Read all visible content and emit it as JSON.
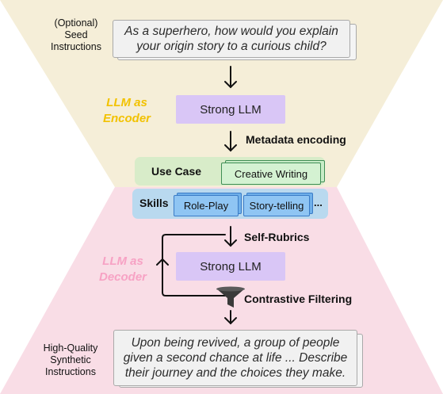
{
  "seed": {
    "label_lines": [
      "(Optional)",
      "Seed",
      "Instructions"
    ],
    "text": "As a superhero, how would you explain your origin story to a curious child?"
  },
  "encoder": {
    "role_lines": [
      "LLM as",
      "Encoder"
    ],
    "role_color": "#f2c200",
    "box_label": "Strong LLM",
    "edge_label": "Metadata encoding"
  },
  "use_case": {
    "title": "Use Case",
    "tag": "Creative Writing"
  },
  "skills": {
    "title": "Skills",
    "tags": [
      "Role-Play",
      "Story-telling"
    ],
    "more": "..."
  },
  "decoder": {
    "role_lines": [
      "LLM as",
      "Decoder"
    ],
    "role_color": "#f7a2c4",
    "box_label": "Strong LLM",
    "self_rubrics_label": "Self-Rubrics",
    "filter_label": "Contrastive Filtering"
  },
  "output": {
    "label_lines": [
      "High-Quality",
      "Synthetic",
      "Instructions"
    ],
    "text": "Upon being revived, a group of people given a second chance at life ... Describe their journey and the choices they make."
  },
  "colors": {
    "top_region": "#f5eed8",
    "bottom_region": "#f9dde6",
    "llm_box": "#d9c6f6",
    "use_case_panel": "#d8ecc9",
    "skills_panel": "#b9d9ef"
  }
}
